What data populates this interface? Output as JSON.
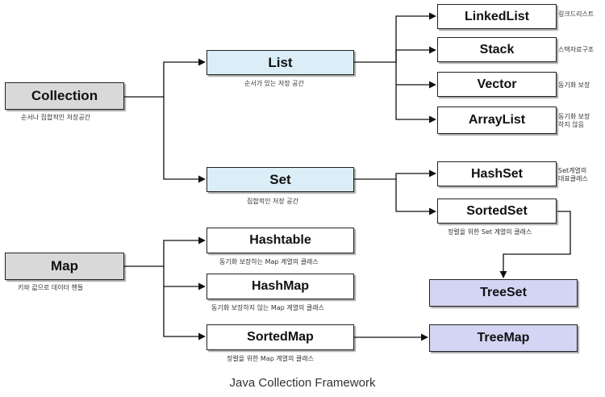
{
  "nodes": {
    "collection": {
      "label": "Collection",
      "desc": "순서나 집합적인 저장공간"
    },
    "list": {
      "label": "List",
      "desc": "순서가 있는 저장 공간"
    },
    "set": {
      "label": "Set",
      "desc": "집합적인 저장 공간"
    },
    "map": {
      "label": "Map",
      "desc": "키와 값으로 데이터 핸들"
    },
    "linkedlist": {
      "label": "LinkedList",
      "desc": "링크드리스트"
    },
    "stack": {
      "label": "Stack",
      "desc": "스택자료구조"
    },
    "vector": {
      "label": "Vector",
      "desc": "동기화 보장"
    },
    "arraylist": {
      "label": "ArrayList",
      "desc": "동기화 보장\n하지 않음"
    },
    "hashset": {
      "label": "HashSet",
      "desc": "Set계열의\n대표클래스"
    },
    "sortedset": {
      "label": "SortedSet",
      "desc": "정렬을 위한 Set 계열의 클래스"
    },
    "treeset": {
      "label": "TreeSet"
    },
    "hashtable": {
      "label": "Hashtable",
      "desc": "동기화 보장하는 Map 계열의 클래스"
    },
    "hashmap": {
      "label": "HashMap",
      "desc": "동기화 보장하지 않는 Map 계열의 클래스"
    },
    "sortedmap": {
      "label": "SortedMap",
      "desc": "정렬을 위한 Map 계열의 클래스"
    },
    "treemap": {
      "label": "TreeMap"
    }
  },
  "caption": "Java Collection Framework",
  "colors": {
    "root_fill": "#d9d9d9",
    "interface_fill": "#dbeef8",
    "impl_fill": "#ffffff",
    "sorted_impl_fill": "#d4d4f4",
    "line": "#111111"
  }
}
